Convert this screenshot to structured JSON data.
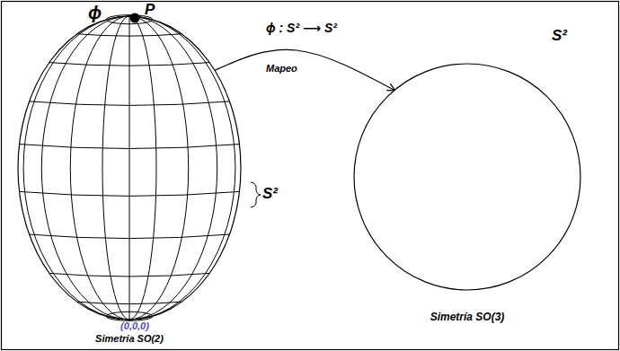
{
  "diagram": {
    "nodes": [
      {
        "text": [
          "Simetría SO(2)"
        ]
      },
      {
        "text": [
          "S²",
          "Simetría SO(3)"
        ]
      }
    ],
    "edges": [
      {
        "from": 0,
        "to": 1,
        "arrow": "to",
        "label": "Mapeo"
      }
    ],
    "labels": [
      "ϕ",
      "P",
      "ϕ : S² ⟶ S²",
      "S²",
      "(0,0,0)"
    ]
  }
}
